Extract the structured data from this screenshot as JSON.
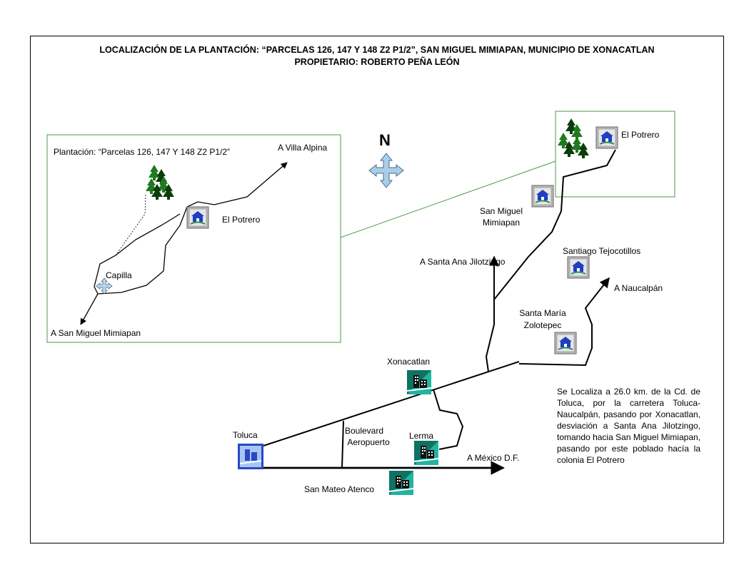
{
  "title": {
    "line1": "LOCALIZACIÓN DE LA PLANTACIÓN: “PARCELAS 126, 147 Y 148 Z2 P1/2”, SAN MIGUEL MIMIAPAN, MUNICIPIO DE XONACATLAN",
    "line2": "PROPIETARIO: ROBERTO PEÑA LEÓN"
  },
  "inset": {
    "plantation_label": "Plantación: “Parcelas 126, 147 Y 148 Z2 P1/2”",
    "to_villa_alpina": "A Villa Alpina",
    "el_potrero": "El Potrero",
    "capilla": "Capilla",
    "to_san_miguel": "A San Miguel Mimiapan"
  },
  "compass": {
    "label": "N"
  },
  "places": {
    "el_potrero": "El Potrero",
    "san_miguel_1": "San Miguel",
    "san_miguel_2": "Mimiapan",
    "to_santa_ana": "A Santa Ana Jilotzingo",
    "santiago": "Santiago Tejocotillos",
    "to_naucalpan": "A Naucalpán",
    "santa_maria_1": "Santa María",
    "santa_maria_2": "Zolotepec",
    "xonacatlan": "Xonacatlan",
    "toluca": "Toluca",
    "boulevard_1": "Boulevard",
    "boulevard_2": "Aeropuerto",
    "lerma": "Lerma",
    "to_mexico": "A México D.F.",
    "san_mateo": "San Mateo Atenco"
  },
  "description": "Se Localiza a 26.0 km. de la Cd. de Toluca, por la carretera Toluca-Naucalpán, pasando por Xonacatlan, desviación a Santa Ana Jilotzingo, tomando hacia San Miguel Mimiapan, pasando por este poblado hacía la colonia El Potrero",
  "icons": {
    "tree": "pine-trees-icon",
    "house": "house-icon",
    "city": "city-buildings-icon",
    "church": "church-cross-icon"
  },
  "colors": {
    "tree_dark": "#0b3d0b",
    "tree_green": "#1f7a1f",
    "house_blue": "#1e3fbf",
    "city_teal": "#1fb5a0",
    "city_blue": "#2a47c8",
    "inset_border": "#4a9a4a",
    "compass": "#a9cfe8"
  }
}
